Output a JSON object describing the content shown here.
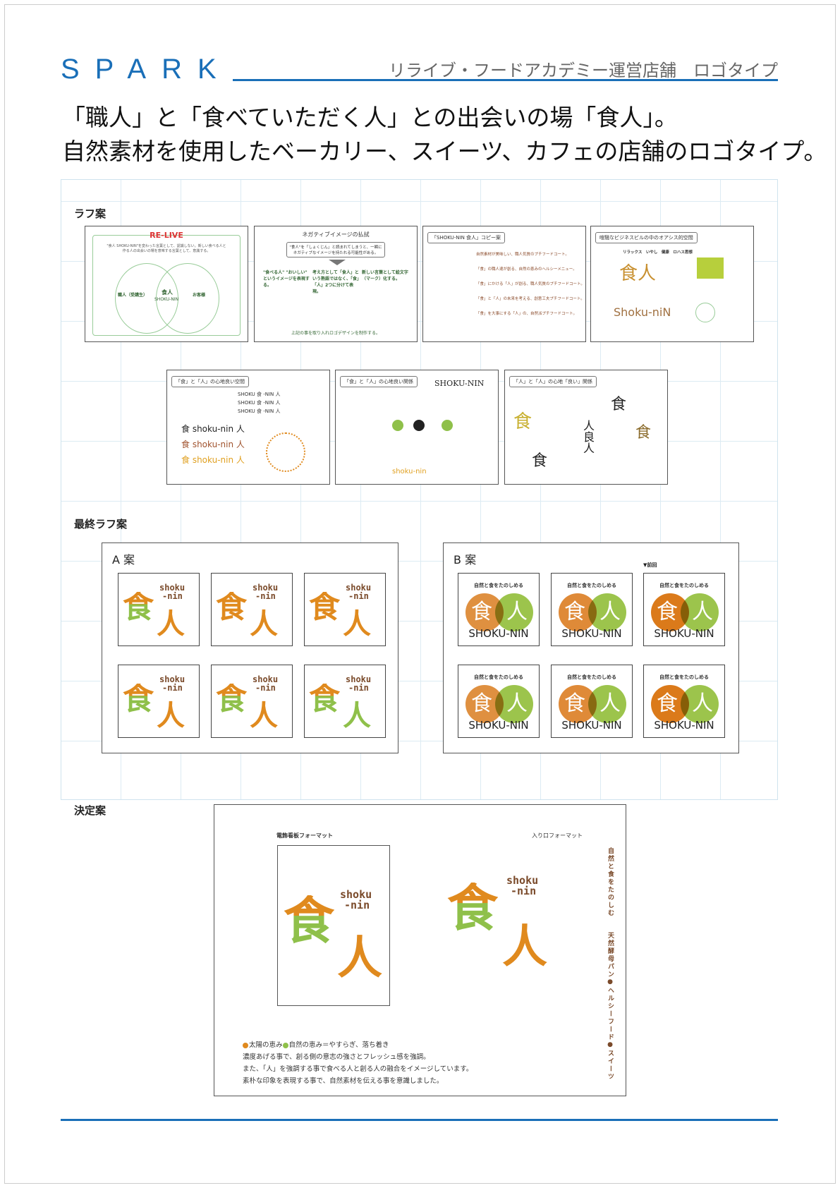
{
  "header": {
    "logo": "SPARK",
    "title": "リライブ・フードアカデミー運営店舗　ロゴタイプ"
  },
  "headline": [
    "「職人」と「食べていただく人」との出会いの場「食人」。",
    "自然素材を使用したベーカリー、スイーツ、カフェの店舗のロゴタイプ。"
  ],
  "sections": {
    "rough": "ラフ案",
    "final_rough": "最終ラフ案",
    "decided": "決定案"
  },
  "rough": {
    "t1": {
      "title": "RE-LIVE",
      "intro": "\"食人 SHOKU-NIN\"を変わった言葉として、認識しない。新しい食べる人と作る人の出会いの場を意味する言葉として、意識する。",
      "left": "職人（受講生）",
      "center": "食人",
      "center_en": "SHOKU-NIN",
      "right": "お客様"
    },
    "t2": {
      "title": "ネガティブイメージの払拭",
      "box": "\"食人\"を「しょくじん」と読まれてしまうと、一瞬にネガティブなイメージを持たれる可能性がある。",
      "c1": "\"食べる人\" \"おいしい\" というイメージを表現する。",
      "c2": "考え方として「食人」という熟語ではなく、「食」「人」2つに分けて表現。",
      "c3": "新しい言葉として絵文字（マーク）化する。",
      "foot": "上記の事を取り入れロゴデザインを制作する。"
    },
    "t3": {
      "title": "「SHOKU-NIN 食人」コピー案",
      "lines": [
        "自然素材が美味しい、職人気質のプチフードコート。",
        "「食」の職人達が創る、自然の恵みのヘルシーメニュー。",
        "「食」にかける「人」が創る、職人気質のプチフードコート。",
        "「食」と「人」の未来を考える、創意工夫プチフードコート。",
        "「食」を大事にする「人」の、自然派プチフードコート。"
      ]
    },
    "t4": {
      "title": "喧騒なビジネスビルの中のオアシス的空間",
      "keywords": "リラックス　いやし　健康　ロハス思想",
      "logo1": "食人",
      "logo2": "Shoku-niN"
    },
    "t5": {
      "title": "「食」と「人」の心地良い空間",
      "variants": [
        "SHOKU 食 -NIN 人",
        "SHOKU 食 -NIN 人",
        "SHOKU 食 -NIN 人"
      ],
      "mark": "食 shoku-nin 人"
    },
    "t6": {
      "title": "「食」と「人」の心地良い関係",
      "logo": "SHOKU-NIN",
      "sub": "shoku-nin"
    },
    "t7": {
      "title": "「人」と「人」の心地「良い」関係",
      "chars": [
        "食",
        "食",
        "食",
        "人良人",
        "食"
      ]
    }
  },
  "plan_a": {
    "label": "A 案",
    "kanji_top": "食",
    "kanji_hito": "人",
    "roman1": "shoku",
    "roman2": "-nin",
    "variants": [
      [
        "#e08a1e",
        "#8fc04a",
        "#e08a1e"
      ],
      [
        "#e08a1e",
        "#e08a1e",
        "#e08a1e"
      ],
      [
        "#e08a1e",
        "#e08a1e",
        "#e08a1e"
      ],
      [
        "#e08a1e",
        "#8fc04a",
        "#e08a1e"
      ],
      [
        "#e08a1e",
        "#8fc04a",
        "#e08a1e"
      ],
      [
        "#e08a1e",
        "#8fc04a",
        "#8fc04a"
      ]
    ]
  },
  "plan_b": {
    "label": "B 案",
    "catch": "自然と食をたのしめる",
    "name": "SHOKU-NIN",
    "kanji1": "食",
    "kanji2": "人",
    "previous": "▼前回",
    "variants": [
      [
        "#df9040",
        "#9cc44c"
      ],
      [
        "#df8a38",
        "#9cc44c"
      ],
      [
        "#db7a1a",
        "#9cc44c"
      ],
      [
        "#df9040",
        "#9cc44c"
      ],
      [
        "#df8a38",
        "#9cc44c"
      ],
      [
        "#db7a1a",
        "#9cc44c"
      ]
    ]
  },
  "decided": {
    "sign_label": "電飾看板フォーマット",
    "entrance_label": "入り口フォーマット",
    "vertical_top": "自然と食をたのしむ",
    "vertical_bottom": "天然酵母パン●ヘルシーフード●スイーツ",
    "legend_sun": "太陽の恵み",
    "legend_nature": "自然の恵み＝やすらぎ、落ち着き",
    "desc": [
      "濃度あげる事で、創る側の意志の強さとフレッシュ感を強調。",
      "また、「人」を強調する事で食べる人と創る人の融合をイメージしています。",
      "素朴な印象を表現する事で、自然素材を伝える事を意識しました。"
    ]
  },
  "colors": {
    "brand": "#1a6fb8",
    "orange": "#e08a1e",
    "green": "#8fc04a",
    "brown": "#7a4a2a"
  }
}
